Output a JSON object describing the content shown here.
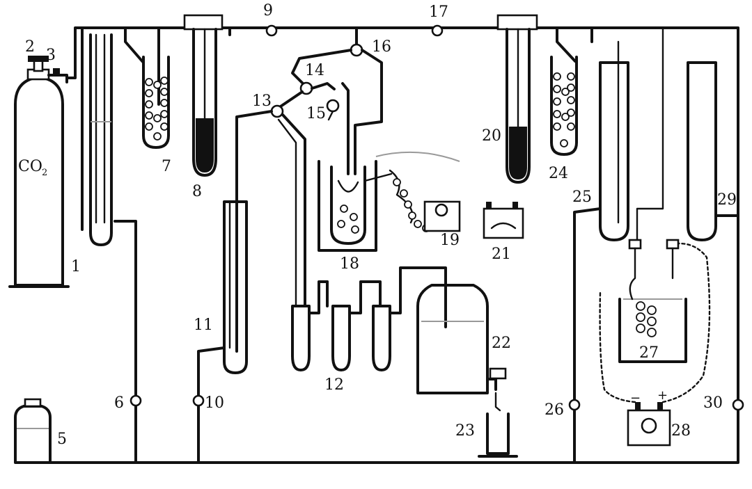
{
  "labels": {
    "l1": "1",
    "l2": "2",
    "l3": "3",
    "l5": "5",
    "l6": "6",
    "l7": "7",
    "l8": "8",
    "l9": "9",
    "l10": "10",
    "l11": "11",
    "l12": "12",
    "l13": "13",
    "l14": "14",
    "l15": "15",
    "l16": "16",
    "l17": "17",
    "l18": "18",
    "l19": "19",
    "l20": "20",
    "l21": "21",
    "l22": "22",
    "l23": "23",
    "l24": "24",
    "l25": "25",
    "l26": "26",
    "l27": "27",
    "l28": "28",
    "l29": "29",
    "l30": "30"
  },
  "cylinder_text": "CO",
  "cylinder_subscript": "2",
  "power_minus": "−",
  "power_plus": "+",
  "colors": {
    "ink": "#111111",
    "paper": "#ffffff"
  }
}
